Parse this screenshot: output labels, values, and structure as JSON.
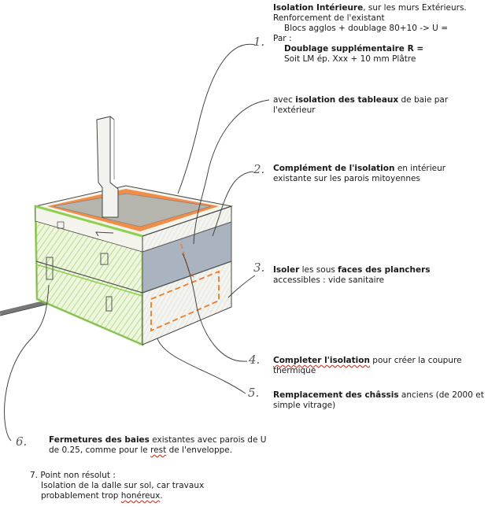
{
  "notes": {
    "n1": {
      "number": "1.",
      "title_bold": "Isolation Intérieure",
      "title_rest": ", sur les murs Extérieurs.",
      "line2": "Renforcement de l'existant",
      "line3": "Blocs agglos + doublage 80+10 -> U =",
      "line4": "Par :",
      "line5_bold": "Doublage supplémentaire  R =",
      "line6": "Soit LM ép. Xxx + 10 mm Plâtre"
    },
    "tableaux": {
      "pre": "avec ",
      "bold": "isolation des tableaux",
      "post": " de baie par",
      "line2": "l'extérieur"
    },
    "n2": {
      "number": "2.",
      "bold": "Complément de l'isolation",
      "post": " en intérieur",
      "line2": "existante sur les parois mitoyennes"
    },
    "n3": {
      "number": "3.",
      "bold1": "Isoler",
      "mid": " les sous ",
      "bold2": "faces des planchers",
      "line2": "accessibles : vide sanitaire"
    },
    "n4": {
      "number": "4.",
      "bold": "Completer l'isolation",
      "post": " pour créer la coupure",
      "line2": "thermique"
    },
    "n5": {
      "number": "5.",
      "bold": "Remplacement des châssis",
      "post": " anciens (de 2000 et",
      "line2": "simple vitrage)"
    },
    "n6": {
      "number": "6.",
      "bold": "Fermetures des baies",
      "post": " existantes  avec parois de U",
      "line2_a": "de 0.25,  comme pour le ",
      "line2_b": "rest",
      "line2_c": " de l'enveloppe."
    },
    "n7": {
      "title": "7.  Point non résolut :",
      "line2": "Isolation  de la dalle sur sol, car travaux",
      "line3_a": "probablement trop ",
      "line3_b": "honéreux",
      "line3_c": "."
    }
  },
  "colors": {
    "green": "#8fd14f",
    "orange": "#f07a2a",
    "gray_blue": "#a9b4c0",
    "pencil": "#444444",
    "squiggle": "#c0392b"
  }
}
